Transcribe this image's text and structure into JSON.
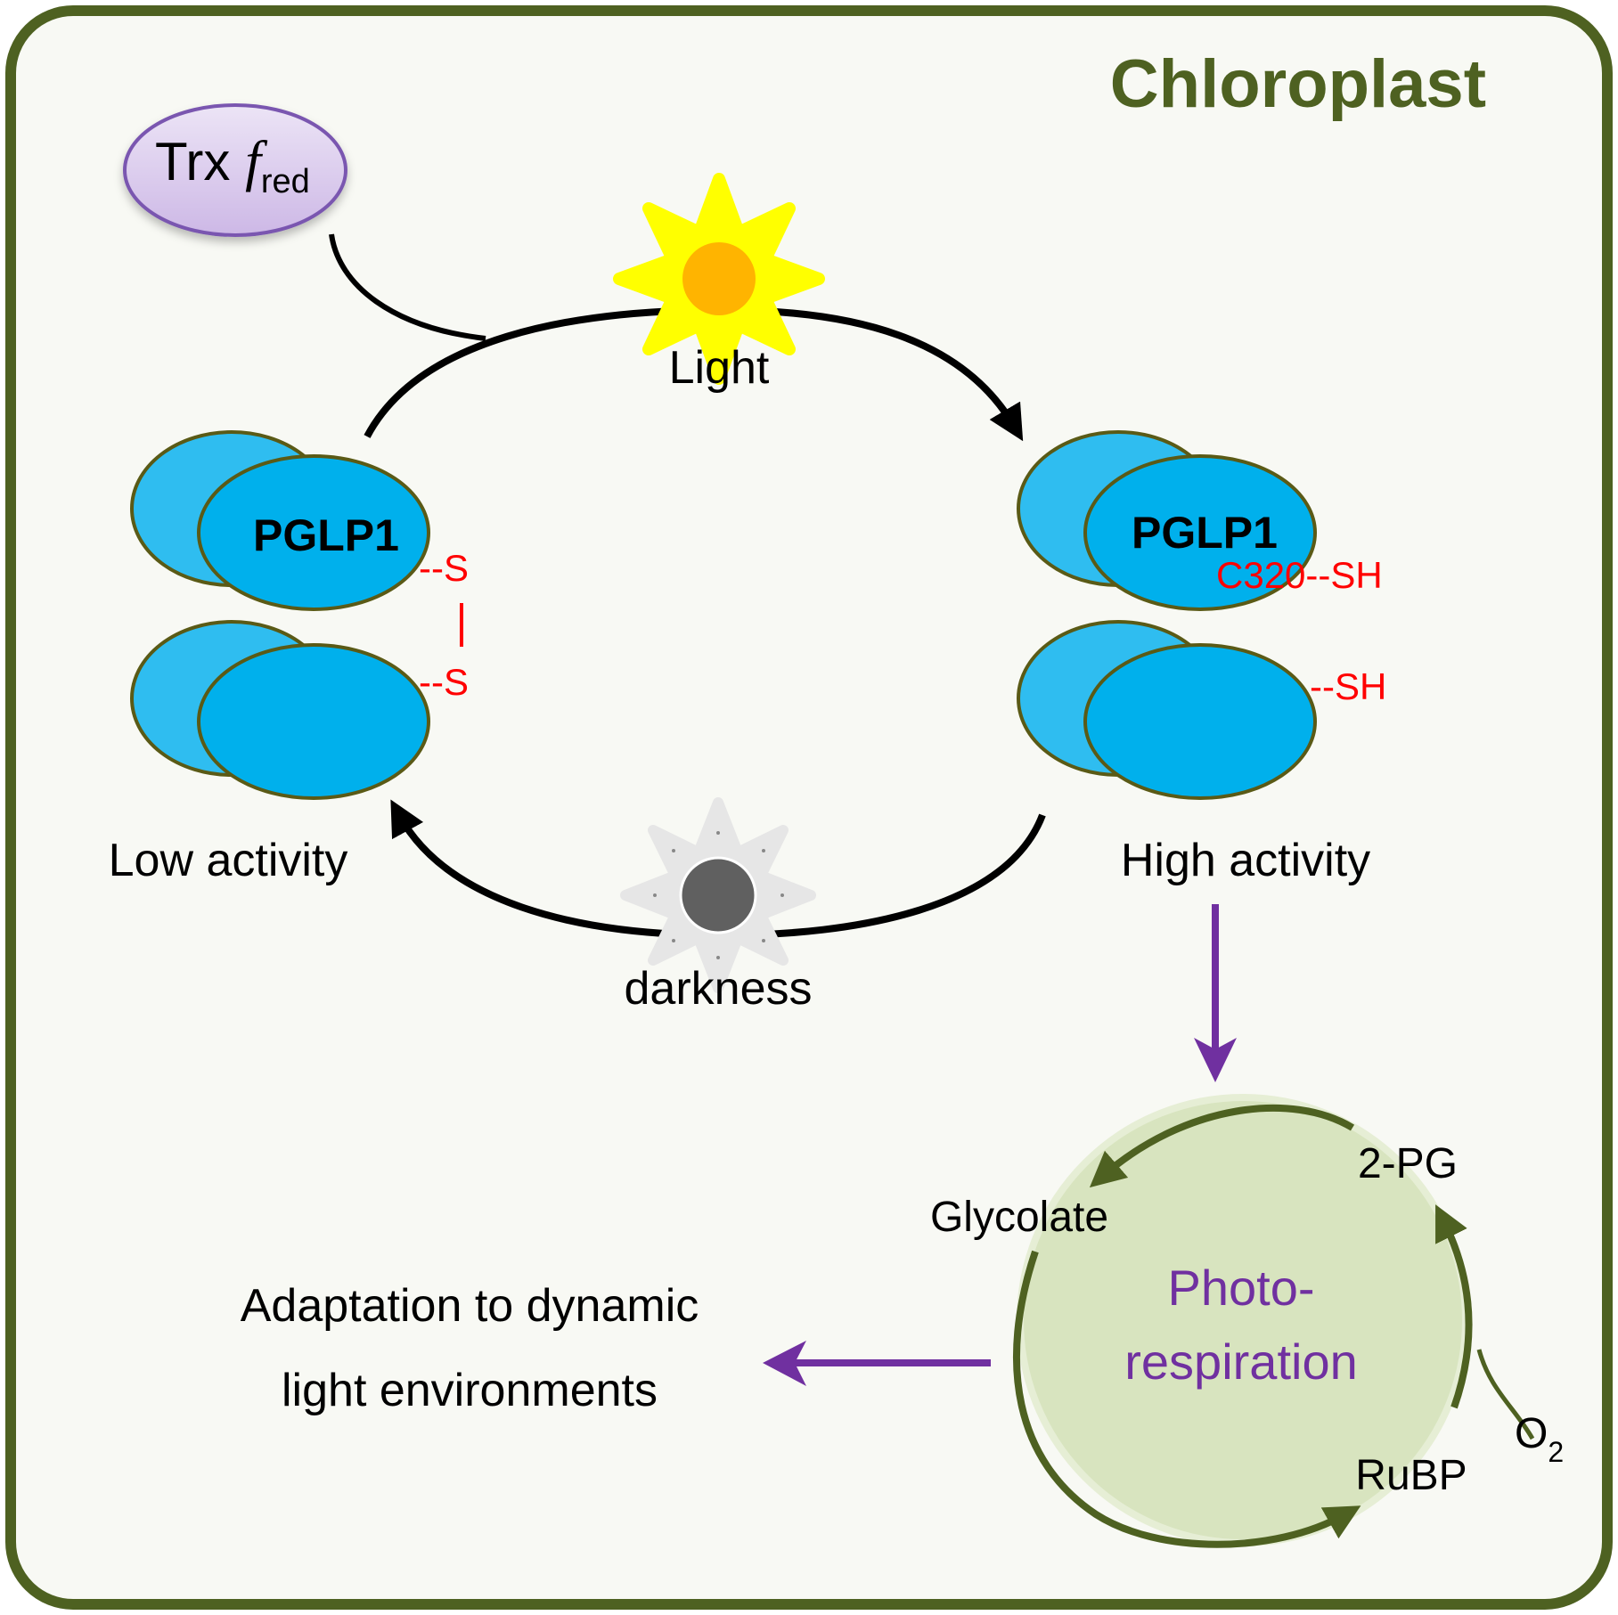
{
  "title": "Chloroplast",
  "trx": {
    "main": "Trx ",
    "italic": "f",
    "sub": "red"
  },
  "cycle": {
    "light_label": "Light",
    "dark_label": "darkness",
    "low_activity": "Low activity",
    "high_activity": "High activity"
  },
  "protein": {
    "name": "PGLP1",
    "oxidized_s_top": "--S",
    "oxidized_bond": "|",
    "oxidized_s_bottom": "--S",
    "reduced_top": "C320--SH",
    "reduced_bottom": "--SH"
  },
  "photorespiration": {
    "title_line1": "Photo-",
    "title_line2": "respiration",
    "glycolate": "Glycolate",
    "two_pg": "2-PG",
    "rubp": "RuBP",
    "o2_main": "O",
    "o2_sub": "2"
  },
  "outcome": {
    "line1": "Adaptation to dynamic",
    "line2": "light environments"
  },
  "colors": {
    "border": "#4e6121",
    "background": "#f8f9f4",
    "protein_fill": "#00b0ec",
    "protein_back": "#2fbdf0",
    "protein_stroke": "#5a5a16",
    "disulfide": "#ff0000",
    "purple_arrow": "#7030a0",
    "photo_circle": "#d8e4bf",
    "cycle_arrow": "#4e6121",
    "sun": "#ffff00",
    "sun_core": "#ffb400",
    "moon_core": "#606060",
    "moon_rays": "#e6e6e6"
  }
}
